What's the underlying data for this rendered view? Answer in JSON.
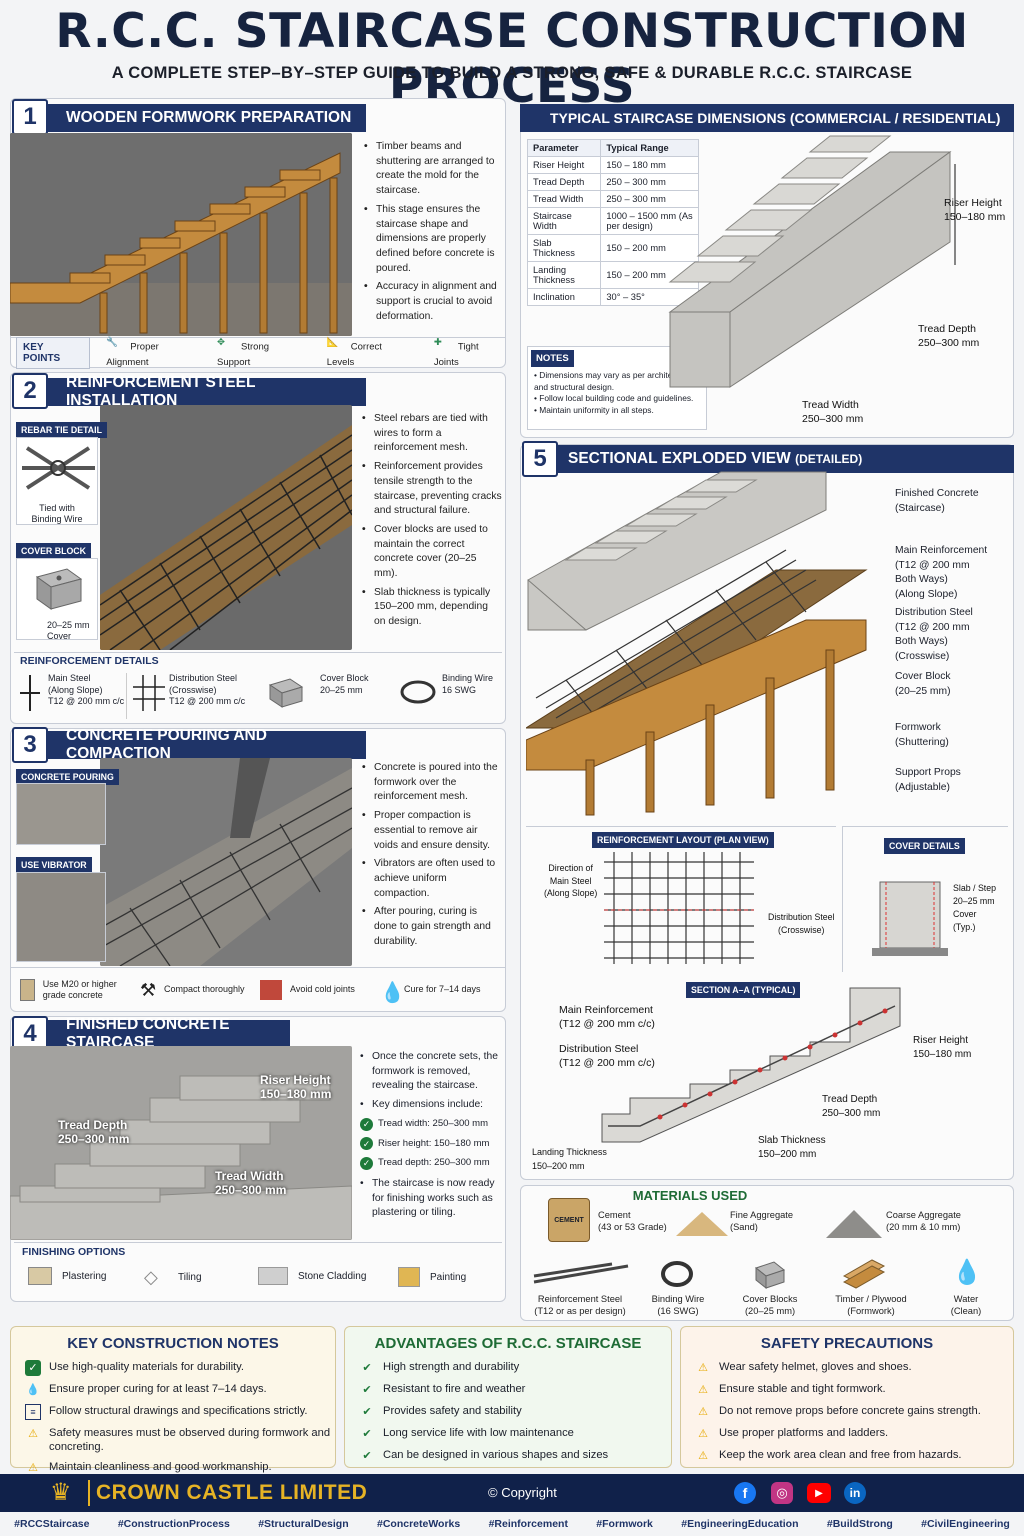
{
  "header": {
    "title": "R.C.C. STAIRCASE CONSTRUCTION PROCESS",
    "subtitle": "A COMPLETE STEP–BY–STEP GUIDE TO BUILD A STRONG, SAFE & DURABLE R.C.C. STAIRCASE"
  },
  "step1": {
    "num": "1",
    "title": "WOODEN FORMWORK PREPARATION",
    "bullets": [
      "Timber beams and shuttering are arranged to create the mold for the staircase.",
      "This stage ensures the staircase shape and dimensions are properly defined before concrete is poured.",
      "Accuracy in alignment and support is crucial to avoid deformation."
    ],
    "key_label": "KEY POINTS",
    "keys": [
      "Proper Alignment",
      "Strong Support",
      "Correct Levels",
      "Tight Joints"
    ]
  },
  "step2": {
    "num": "2",
    "title": "REINFORCEMENT STEEL INSTALLATION",
    "rebar_badge": "REBAR TIE DETAIL",
    "rebar_caption": "Tied with Binding Wire",
    "cover_badge": "COVER BLOCK",
    "cover_caption": "20–25 mm Cover",
    "bullets": [
      "Steel rebars are tied with wires to form a reinforcement mesh.",
      "Reinforcement provides tensile strength to the staircase, preventing cracks and structural failure.",
      "Cover blocks are used to maintain the correct concrete cover (20–25 mm).",
      "Slab thickness is typically 150–200 mm, depending on design."
    ],
    "details_title": "REINFORCEMENT DETAILS",
    "details": [
      {
        "name": "Main Steel",
        "sub": "(Along Slope)",
        "val": "T12 @ 200 mm c/c"
      },
      {
        "name": "Distribution Steel",
        "sub": "(Crosswise)",
        "val": "T12 @ 200 mm c/c"
      },
      {
        "name": "Cover Block",
        "sub": "",
        "val": "20–25 mm"
      },
      {
        "name": "Binding Wire",
        "sub": "",
        "val": "16 SWG"
      }
    ]
  },
  "step3": {
    "num": "3",
    "title": "CONCRETE POURING AND COMPACTION",
    "pour_badge": "CONCRETE POURING",
    "vib_badge": "USE VIBRATOR",
    "bullets": [
      "Concrete is poured into the formwork over the reinforcement mesh.",
      "Proper compaction is essential to remove air voids and ensure density.",
      "Vibrators are often used to achieve uniform compaction.",
      "After pouring, curing is done to gain strength and durability."
    ],
    "tips": [
      "Use M20 or higher grade concrete",
      "Compact thoroughly",
      "Avoid cold joints",
      "Cure for 7–14 days"
    ]
  },
  "step4": {
    "num": "4",
    "title": "FINISHED CONCRETE STAIRCASE",
    "photo_labels": {
      "riser": "Riser Height",
      "riser_val": "150–180 mm",
      "tread": "Tread Depth",
      "tread_val": "250–300 mm",
      "width": "Tread Width",
      "width_val": "250–300 mm"
    },
    "bullets": [
      "Once the concrete sets, the formwork is removed, revealing the staircase.",
      "Key dimensions include:"
    ],
    "checks": [
      "Tread width: 250–300 mm",
      "Riser height: 150–180 mm",
      "Tread depth: 250–300 mm"
    ],
    "bullet_end": "The staircase is now ready for finishing works such as plastering or tiling.",
    "finish_title": "FINISHING OPTIONS",
    "finishes": [
      "Plastering",
      "Tiling",
      "Stone Cladding",
      "Painting"
    ]
  },
  "dims": {
    "title": "TYPICAL STAIRCASE DIMENSIONS (COMMERCIAL / RESIDENTIAL)",
    "col1": "Parameter",
    "col2": "Typical Range",
    "rows": [
      [
        "Riser Height",
        "150 – 180 mm"
      ],
      [
        "Tread Depth",
        "250 – 300 mm"
      ],
      [
        "Tread Width",
        "250 – 300 mm"
      ],
      [
        "Staircase Width",
        "1000 – 1500 mm (As per design)"
      ],
      [
        "Slab Thickness",
        "150 – 200 mm"
      ],
      [
        "Landing Thickness",
        "150 – 200 mm"
      ],
      [
        "Inclination",
        "30° – 35°"
      ]
    ],
    "notes_title": "NOTES",
    "notes": [
      "Dimensions may vary as per architectural and structural design.",
      "Follow local building code and guidelines.",
      "Maintain uniformity in all steps."
    ],
    "riser": "Riser Height",
    "riser_val": "150–180 mm",
    "tread": "Tread Depth",
    "tread_val": "250–300 mm",
    "width": "Tread Width",
    "width_val": "250–300 mm"
  },
  "step5": {
    "num": "5",
    "title": "SECTIONAL EXPLODED VIEW",
    "title_suffix": "(DETAILED)",
    "labels": [
      [
        "Finished Concrete",
        "(Staircase)"
      ],
      [
        "Main Reinforcement",
        "(T12 @ 200 mm",
        "Both Ways)",
        "(Along Slope)"
      ],
      [
        "Distribution Steel",
        "(T12 @ 200 mm",
        "Both Ways)",
        "(Crosswise)"
      ],
      [
        "Cover Block",
        "(20–25 mm)"
      ],
      [
        "Formwork",
        "(Shuttering)"
      ],
      [
        "Support Props",
        "(Adjustable)"
      ]
    ],
    "plan_badge": "REINFORCEMENT LAYOUT (PLAN VIEW)",
    "plan_dir": [
      "Direction of",
      "Main Steel",
      "(Along Slope)"
    ],
    "plan_dist": [
      "Distribution Steel",
      "(Crosswise)"
    ],
    "cover_badge": "COVER DETAILS",
    "cover_lbl": [
      "Slab / Step",
      "20–25 mm",
      "Cover",
      "(Typ.)"
    ],
    "section_badge": "SECTION A–A (TYPICAL)",
    "sec_main": [
      "Main Reinforcement",
      "(T12 @ 200 mm c/c)"
    ],
    "sec_dist": [
      "Distribution Steel",
      "(T12 @ 200 mm c/c)"
    ],
    "sec_riser": [
      "Riser Height",
      "150–180 mm"
    ],
    "sec_tread": [
      "Tread Depth",
      "250–300 mm"
    ],
    "sec_slab": [
      "Slab Thickness",
      "150–200 mm"
    ],
    "sec_land": [
      "Landing Thickness",
      "150–200 mm"
    ]
  },
  "materials": {
    "title": "MATERIALS USED",
    "items": [
      [
        "Cement",
        "(43 or 53 Grade)"
      ],
      [
        "Fine Aggregate",
        "(Sand)"
      ],
      [
        "Coarse Aggregate",
        "(20 mm & 10 mm)"
      ],
      [
        "Reinforcement Steel",
        "(T12 or as per design)"
      ],
      [
        "Binding Wire",
        "(16 SWG)"
      ],
      [
        "Cover Blocks",
        "(20–25 mm)"
      ],
      [
        "Timber / Plywood",
        "(Formwork)"
      ],
      [
        "Water",
        "(Clean)"
      ]
    ],
    "cement_bag": "CEMENT"
  },
  "notes_box": {
    "title": "KEY CONSTRUCTION NOTES",
    "items": [
      "Use high-quality materials for durability.",
      "Ensure proper curing for at least 7–14 days.",
      "Follow structural drawings and specifications strictly.",
      "Safety measures must be observed during formwork and concreting.",
      "Maintain cleanliness and good workmanship."
    ]
  },
  "adv_box": {
    "title": "ADVANTAGES OF R.C.C. STAIRCASE",
    "items": [
      "High strength and durability",
      "Resistant to fire and weather",
      "Provides safety and stability",
      "Long service life with low maintenance",
      "Can be designed in various shapes and sizes"
    ]
  },
  "safety_box": {
    "title": "SAFETY PRECAUTIONS",
    "items": [
      "Wear safety helmet, gloves and shoes.",
      "Ensure stable and tight formwork.",
      "Do not remove props before concrete gains strength.",
      "Use proper platforms and ladders.",
      "Keep the work area clean and free from hazards."
    ]
  },
  "brand": {
    "name": "CROWN CASTLE LIMITED",
    "copyright": "© Copyright",
    "social": [
      "f",
      "◎",
      "▶",
      "in"
    ]
  },
  "hashtags": [
    "#RCCStaircase",
    "#ConstructionProcess",
    "#StructuralDesign",
    "#ConcreteWorks",
    "#Reinforcement",
    "#Formwork",
    "#EngineeringEducation",
    "#BuildStrong",
    "#CivilEngineering"
  ],
  "colors": {
    "navy": "#1f3468",
    "gold": "#e6b325",
    "green": "#1e7a3a",
    "warn": "#e6a800"
  }
}
